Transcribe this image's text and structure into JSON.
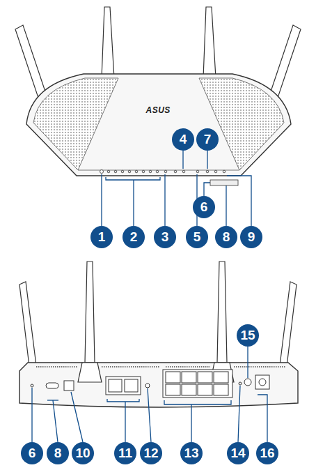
{
  "diagram": {
    "labels": [
      "ASUS",
      "4",
      "7",
      "6",
      "1",
      "2",
      "3",
      "5",
      "8",
      "9",
      "15",
      "6",
      "8",
      "10",
      "11",
      "12",
      "13",
      "14",
      "16"
    ]
  }
}
